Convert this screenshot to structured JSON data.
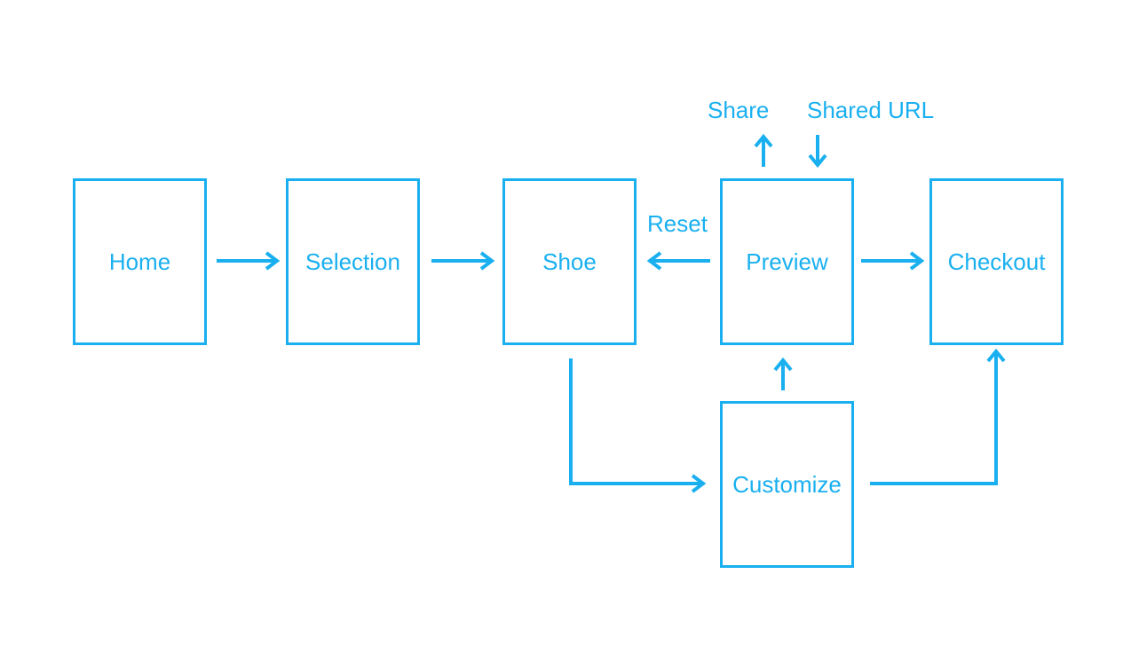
{
  "diagram": {
    "accent_color": "#1AB0F0",
    "background_color": "#FFFFFF",
    "nodes": {
      "home": "Home",
      "selection": "Selection",
      "shoe": "Shoe",
      "preview": "Preview",
      "checkout": "Checkout",
      "customize": "Customize"
    },
    "edge_labels": {
      "reset": "Reset",
      "share": "Share",
      "shared_url": "Shared URL"
    },
    "edges": [
      {
        "from": "home",
        "to": "selection"
      },
      {
        "from": "selection",
        "to": "shoe"
      },
      {
        "from": "preview",
        "to": "shoe",
        "label": "Reset"
      },
      {
        "from": "preview",
        "to": "checkout"
      },
      {
        "from": "shoe",
        "to": "customize"
      },
      {
        "from": "customize",
        "to": "preview"
      },
      {
        "from": "customize",
        "to": "checkout"
      },
      {
        "from": "preview",
        "to": "Share",
        "label": "Share"
      },
      {
        "from": "Shared URL",
        "to": "preview",
        "label": "Shared URL"
      }
    ]
  }
}
